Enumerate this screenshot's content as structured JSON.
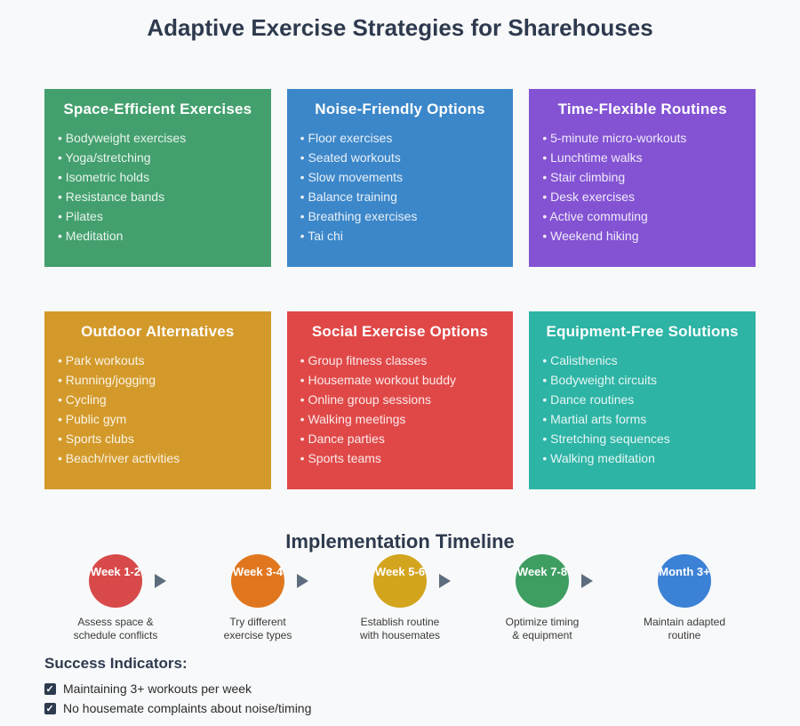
{
  "page": {
    "title": "Adaptive Exercise Strategies for Sharehouses",
    "background_color": "#f8f9fa",
    "heading_color": "#2e3a4e"
  },
  "cards": [
    {
      "title": "Space-Efficient Exercises",
      "color": "#43a06e",
      "items": [
        "Bodyweight exercises",
        "Yoga/stretching",
        "Isometric holds",
        "Resistance bands",
        "Pilates",
        "Meditation"
      ]
    },
    {
      "title": "Noise-Friendly Options",
      "color": "#3c87c9",
      "items": [
        "Floor exercises",
        "Seated workouts",
        "Slow movements",
        "Balance training",
        "Breathing exercises",
        "Tai chi"
      ]
    },
    {
      "title": "Time-Flexible Routines",
      "color": "#8353d3",
      "items": [
        "5-minute micro-workouts",
        "Lunchtime walks",
        "Stair climbing",
        "Desk exercises",
        "Active commuting",
        "Weekend hiking"
      ]
    },
    {
      "title": "Outdoor Alternatives",
      "color": "#d39a2b",
      "items": [
        "Park workouts",
        "Running/jogging",
        "Cycling",
        "Public gym",
        "Sports clubs",
        "Beach/river activities"
      ]
    },
    {
      "title": "Social Exercise Options",
      "color": "#e04848",
      "items": [
        "Group fitness classes",
        "Housemate workout buddy",
        "Online group sessions",
        "Walking meetings",
        "Dance parties",
        "Sports teams"
      ]
    },
    {
      "title": "Equipment-Free Solutions",
      "color": "#2db4a5",
      "items": [
        "Calisthenics",
        "Bodyweight circuits",
        "Dance routines",
        "Martial arts forms",
        "Stretching sequences",
        "Walking meditation"
      ]
    }
  ],
  "timeline": {
    "heading": "Implementation Timeline",
    "arrow_color": "#5d6d7e",
    "steps": [
      {
        "label": "Week 1-2",
        "color": "#d84a4a",
        "description": "Assess space &\nschedule conflicts"
      },
      {
        "label": "Week 3-4",
        "color": "#e0771f",
        "description": "Try different\nexercise types"
      },
      {
        "label": "Week 5-6",
        "color": "#d3a41e",
        "description": "Establish routine\nwith housemates"
      },
      {
        "label": "Week 7-8",
        "color": "#3e9e61",
        "description": "Optimize timing\n& equipment"
      },
      {
        "label": "Month 3+",
        "color": "#3b82d6",
        "description": "Maintain adapted\nroutine"
      }
    ]
  },
  "success": {
    "heading": "Success Indicators:",
    "items": [
      "Maintaining 3+ workouts per week",
      "No housemate complaints about noise/timing"
    ]
  }
}
